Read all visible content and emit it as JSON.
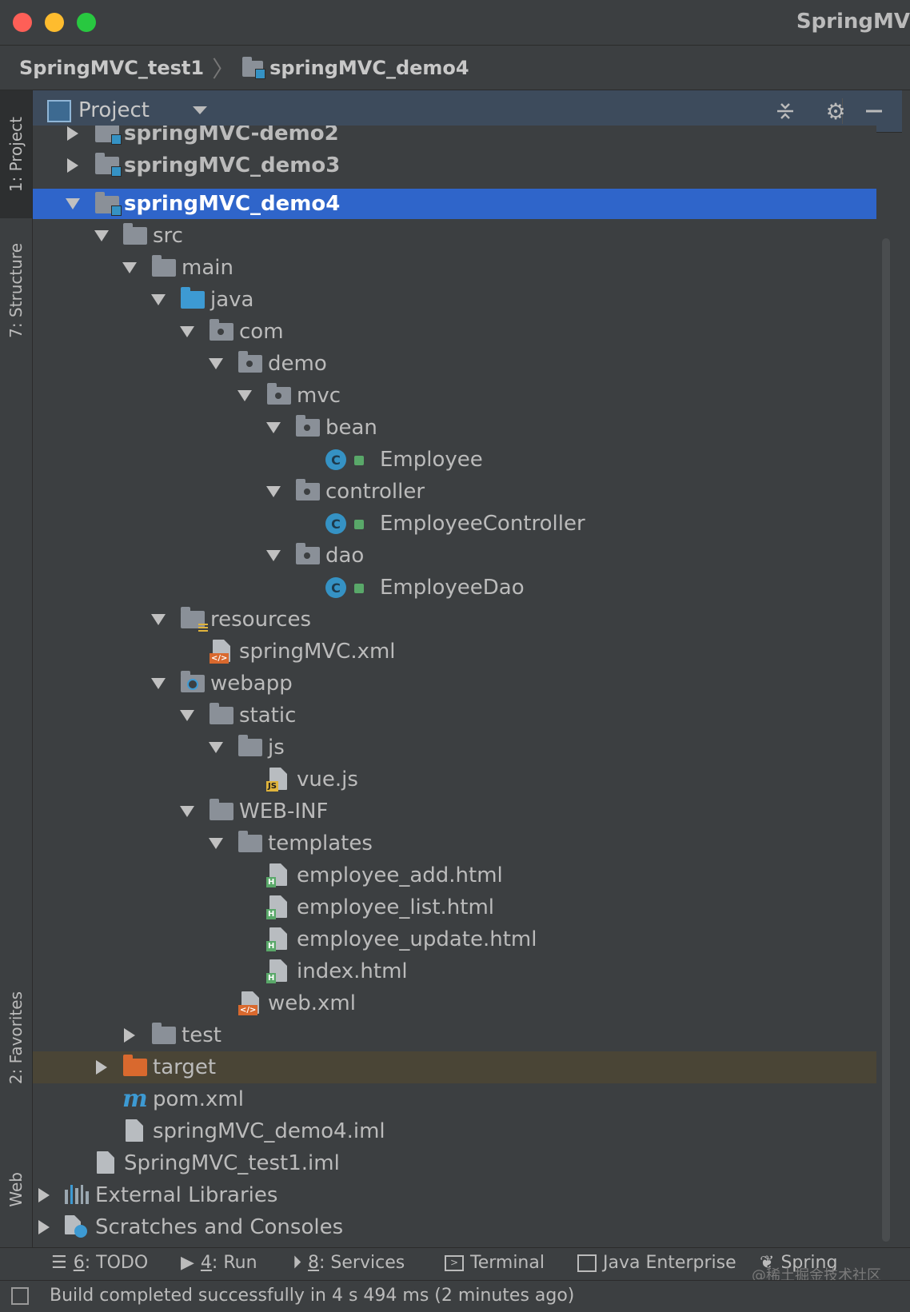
{
  "window": {
    "title": "SpringMV"
  },
  "breadcrumb": {
    "root": "SpringMVC_test1",
    "module": "springMVC_demo4"
  },
  "left_strip": {
    "project": "1: Project",
    "structure": "7: Structure",
    "favorites": "2: Favorites",
    "web": "Web"
  },
  "panel": {
    "title": "Project",
    "icons": [
      "collapse-all-icon",
      "gear-icon",
      "minimize-icon"
    ]
  },
  "tree": {
    "r0": "springMVC-demo2",
    "r1": "springMVC_demo3",
    "r2": "springMVC_demo4",
    "r3": "src",
    "r4": "main",
    "r5": "java",
    "r6": "com",
    "r7": "demo",
    "r8": "mvc",
    "r9": "bean",
    "r10": "Employee",
    "r11": "controller",
    "r12": "EmployeeController",
    "r13": "dao",
    "r14": "EmployeeDao",
    "r15": "resources",
    "r16": "springMVC.xml",
    "r17": "webapp",
    "r18": "static",
    "r19": "js",
    "r20": "vue.js",
    "r21": "WEB-INF",
    "r22": "templates",
    "r23": "employee_add.html",
    "r24": "employee_list.html",
    "r25": "employee_update.html",
    "r26": "index.html",
    "r27": "web.xml",
    "r28": "test",
    "r29": "target",
    "r30": "pom.xml",
    "r31": "springMVC_demo4.iml",
    "r32": "SpringMVC_test1.iml",
    "r33": "External Libraries",
    "r34": "Scratches and Consoles"
  },
  "file_badges": {
    "xml": "</>",
    "js": "JS",
    "html": "H",
    "class": "C"
  },
  "bottom_tabs": {
    "todo_num": "6",
    "todo": ": TODO",
    "run_num": "4",
    "run": ": Run",
    "services_num": "8",
    "services": ": Services",
    "terminal": "Terminal",
    "java_enterprise": "Java Enterprise",
    "spring": "Spring"
  },
  "watermark": "@稀土掘金技术社区",
  "status": {
    "message": "Build completed successfully in 4 s 494 ms (2 minutes ago)"
  },
  "colors": {
    "selection": "#2f65ca",
    "background": "#3c3f41",
    "panel_header": "#3d4b5c",
    "excluded_row": "#4a4536"
  }
}
